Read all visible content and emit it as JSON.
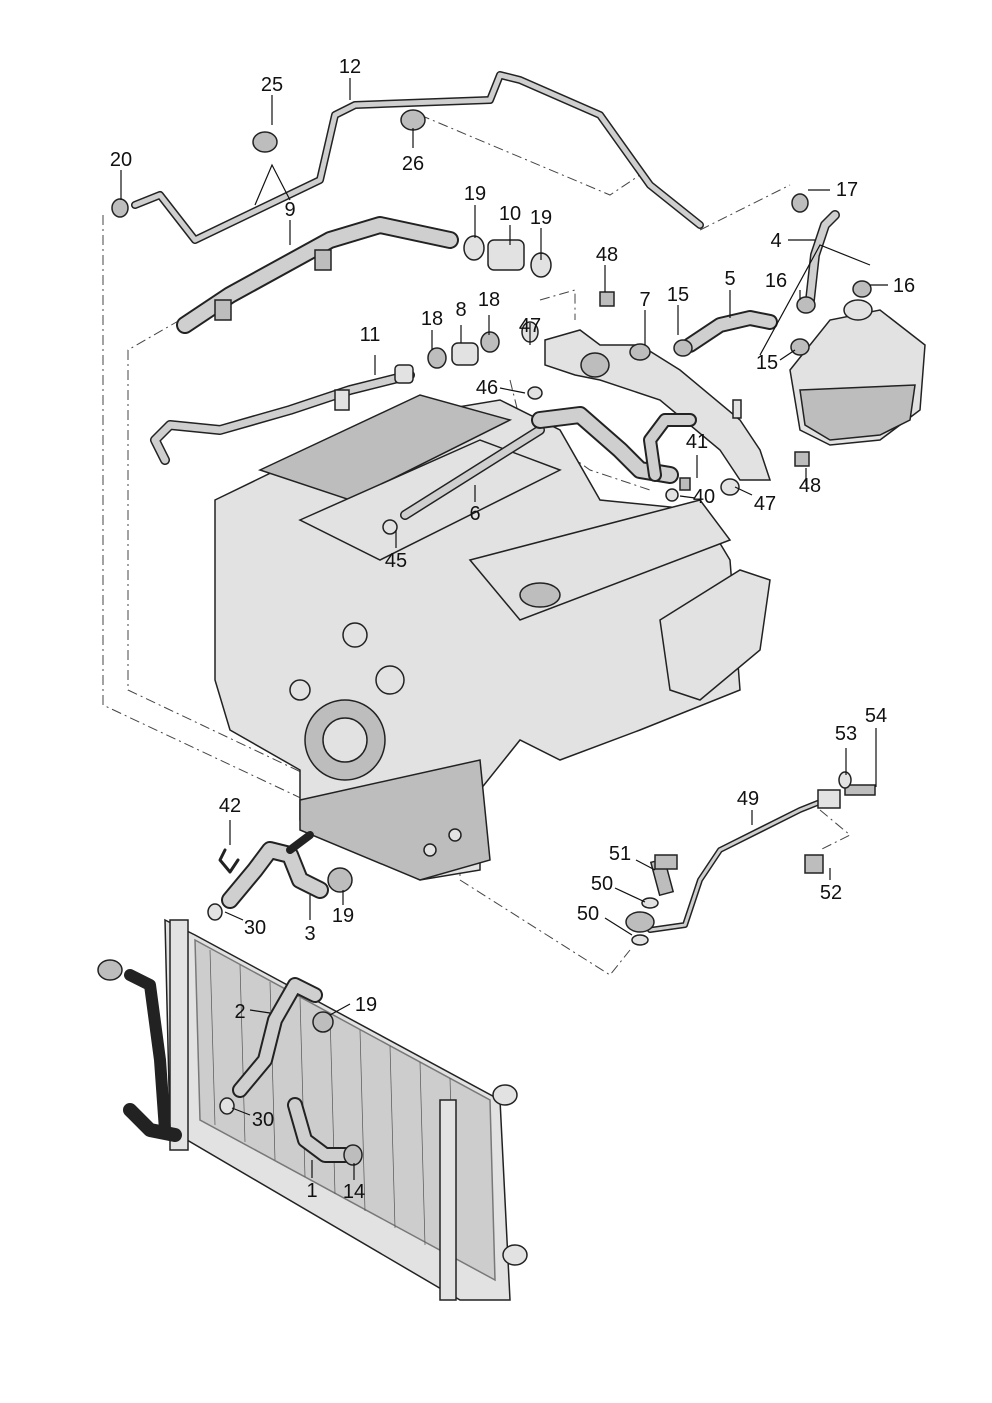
{
  "callouts": {
    "c1": "1",
    "c2": "2",
    "c3": "3",
    "c4": "4",
    "c5": "5",
    "c6": "6",
    "c7": "7",
    "c8": "8",
    "c9": "9",
    "c10": "10",
    "c11": "11",
    "c12": "12",
    "c14": "14",
    "c15a": "15",
    "c15b": "15",
    "c16a": "16",
    "c16b": "16",
    "c17": "17",
    "c18a": "18",
    "c18b": "18",
    "c19a": "19",
    "c19b": "19",
    "c19c": "19",
    "c19d": "19",
    "c20": "20",
    "c25": "25",
    "c26": "26",
    "c30a": "30",
    "c30b": "30",
    "c40": "40",
    "c41": "41",
    "c42": "42",
    "c45": "45",
    "c46": "46",
    "c47a": "47",
    "c47b": "47",
    "c48a": "48",
    "c48b": "48",
    "c49": "49",
    "c50a": "50",
    "c50b": "50",
    "c51": "51",
    "c52": "52",
    "c53": "53",
    "c54": "54"
  },
  "colors": {
    "line": "#222222",
    "part_fill": "#e2e2e2",
    "part_shade": "#bdbdbd",
    "background": "#ffffff"
  }
}
